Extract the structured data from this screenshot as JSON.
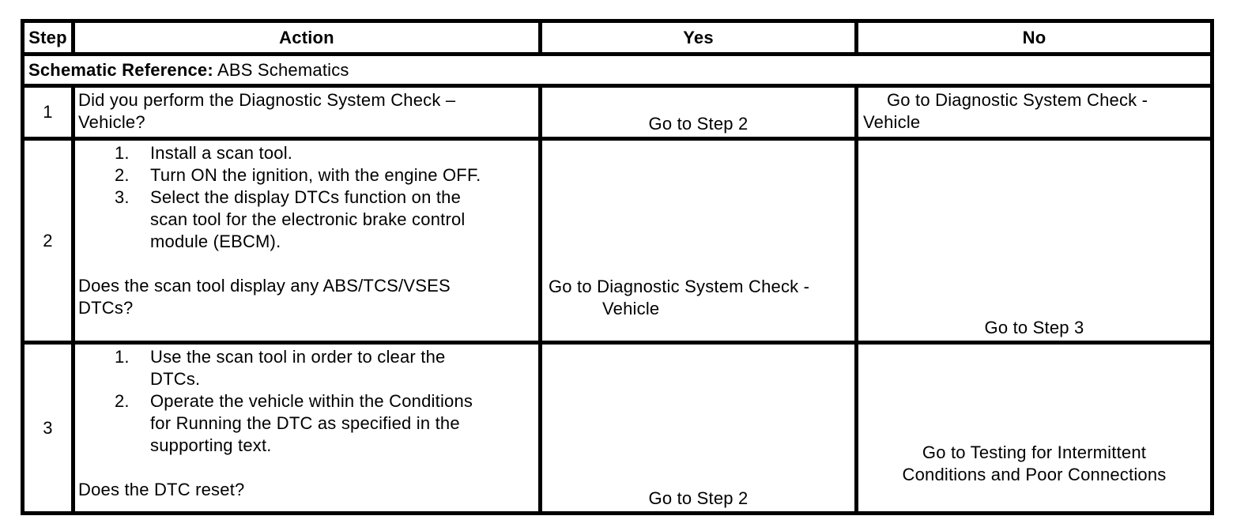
{
  "table": {
    "header": {
      "columns": [
        "Step",
        "Action",
        "Yes",
        "No"
      ]
    },
    "schematic": {
      "label": "Schematic Reference:",
      "value": " ABS Schematics"
    },
    "rows": [
      {
        "step": "1",
        "action": {
          "question": "Did you perform the Diagnostic System Check – Vehicle?"
        },
        "yes": {
          "text": "Go to Step 2"
        },
        "no": {
          "lines": [
            "Go to Diagnostic System Check -",
            "Vehicle"
          ]
        }
      },
      {
        "step": "2",
        "action": {
          "list": [
            {
              "num": "1.",
              "text": "Install a scan tool."
            },
            {
              "num": "2.",
              "text": "Turn ON the ignition, with the engine OFF."
            },
            {
              "num": "3.",
              "text": "Select the display DTCs function on the scan tool for the electronic brake control module (EBCM)."
            }
          ],
          "question": "Does the scan tool display any ABS/TCS/VSES DTCs?"
        },
        "yes": {
          "lines": [
            "Go to Diagnostic System Check -",
            "Vehicle"
          ]
        },
        "no": {
          "text": "Go to Step 3"
        }
      },
      {
        "step": "3",
        "action": {
          "list": [
            {
              "num": "1.",
              "text": "Use the scan tool in order to clear the DTCs."
            },
            {
              "num": "2.",
              "text": "Operate the vehicle within the Conditions for Running the DTC as specified in the supporting text."
            }
          ],
          "question": "Does the DTC reset?"
        },
        "yes": {
          "text": "Go to Step 2"
        },
        "no": {
          "lines": [
            "Go to Testing for Intermittent",
            "Conditions and Poor Connections"
          ]
        }
      }
    ]
  }
}
